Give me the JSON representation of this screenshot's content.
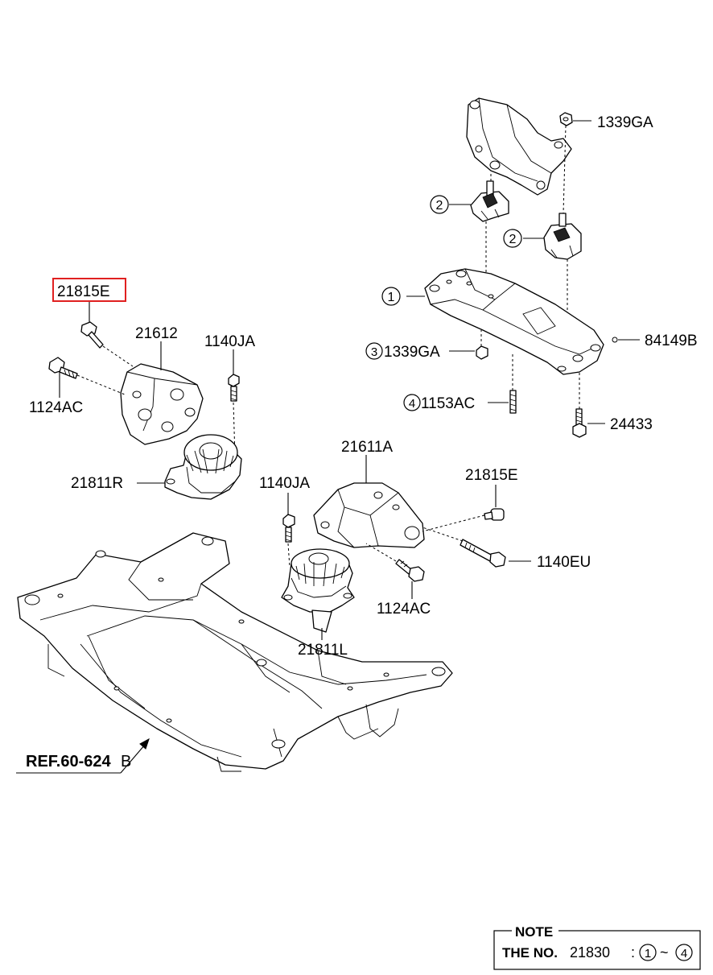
{
  "labels": {
    "p21815E_top": "21815E",
    "p21612": "21612",
    "p1140JA_left": "1140JA",
    "p1124AC_left": "1124AC",
    "p21811R": "21811R",
    "p21611A": "21611A",
    "p21815E_right": "21815E",
    "p1140JA_mid": "1140JA",
    "p1140EU": "1140EU",
    "p1124AC_mid": "1124AC",
    "p21811L": "21811L",
    "p1339GA_top": "1339GA",
    "p84149B": "84149B",
    "p1339GA_3": "1339GA",
    "p1153AC": "1153AC",
    "p24433": "24433",
    "ref": "REF.60-624",
    "ref_suffix": "B"
  },
  "callouts": {
    "c1": "1",
    "c2a": "2",
    "c2b": "2",
    "c3": "3",
    "c4": "4",
    "note_from": "1",
    "note_to": "4"
  },
  "note": {
    "title": "NOTE",
    "the_no": "THE NO.",
    "number": "21830",
    "colon": ":",
    "tilde": "~"
  },
  "highlight": {
    "part": "21815E",
    "color": "#e02020"
  }
}
